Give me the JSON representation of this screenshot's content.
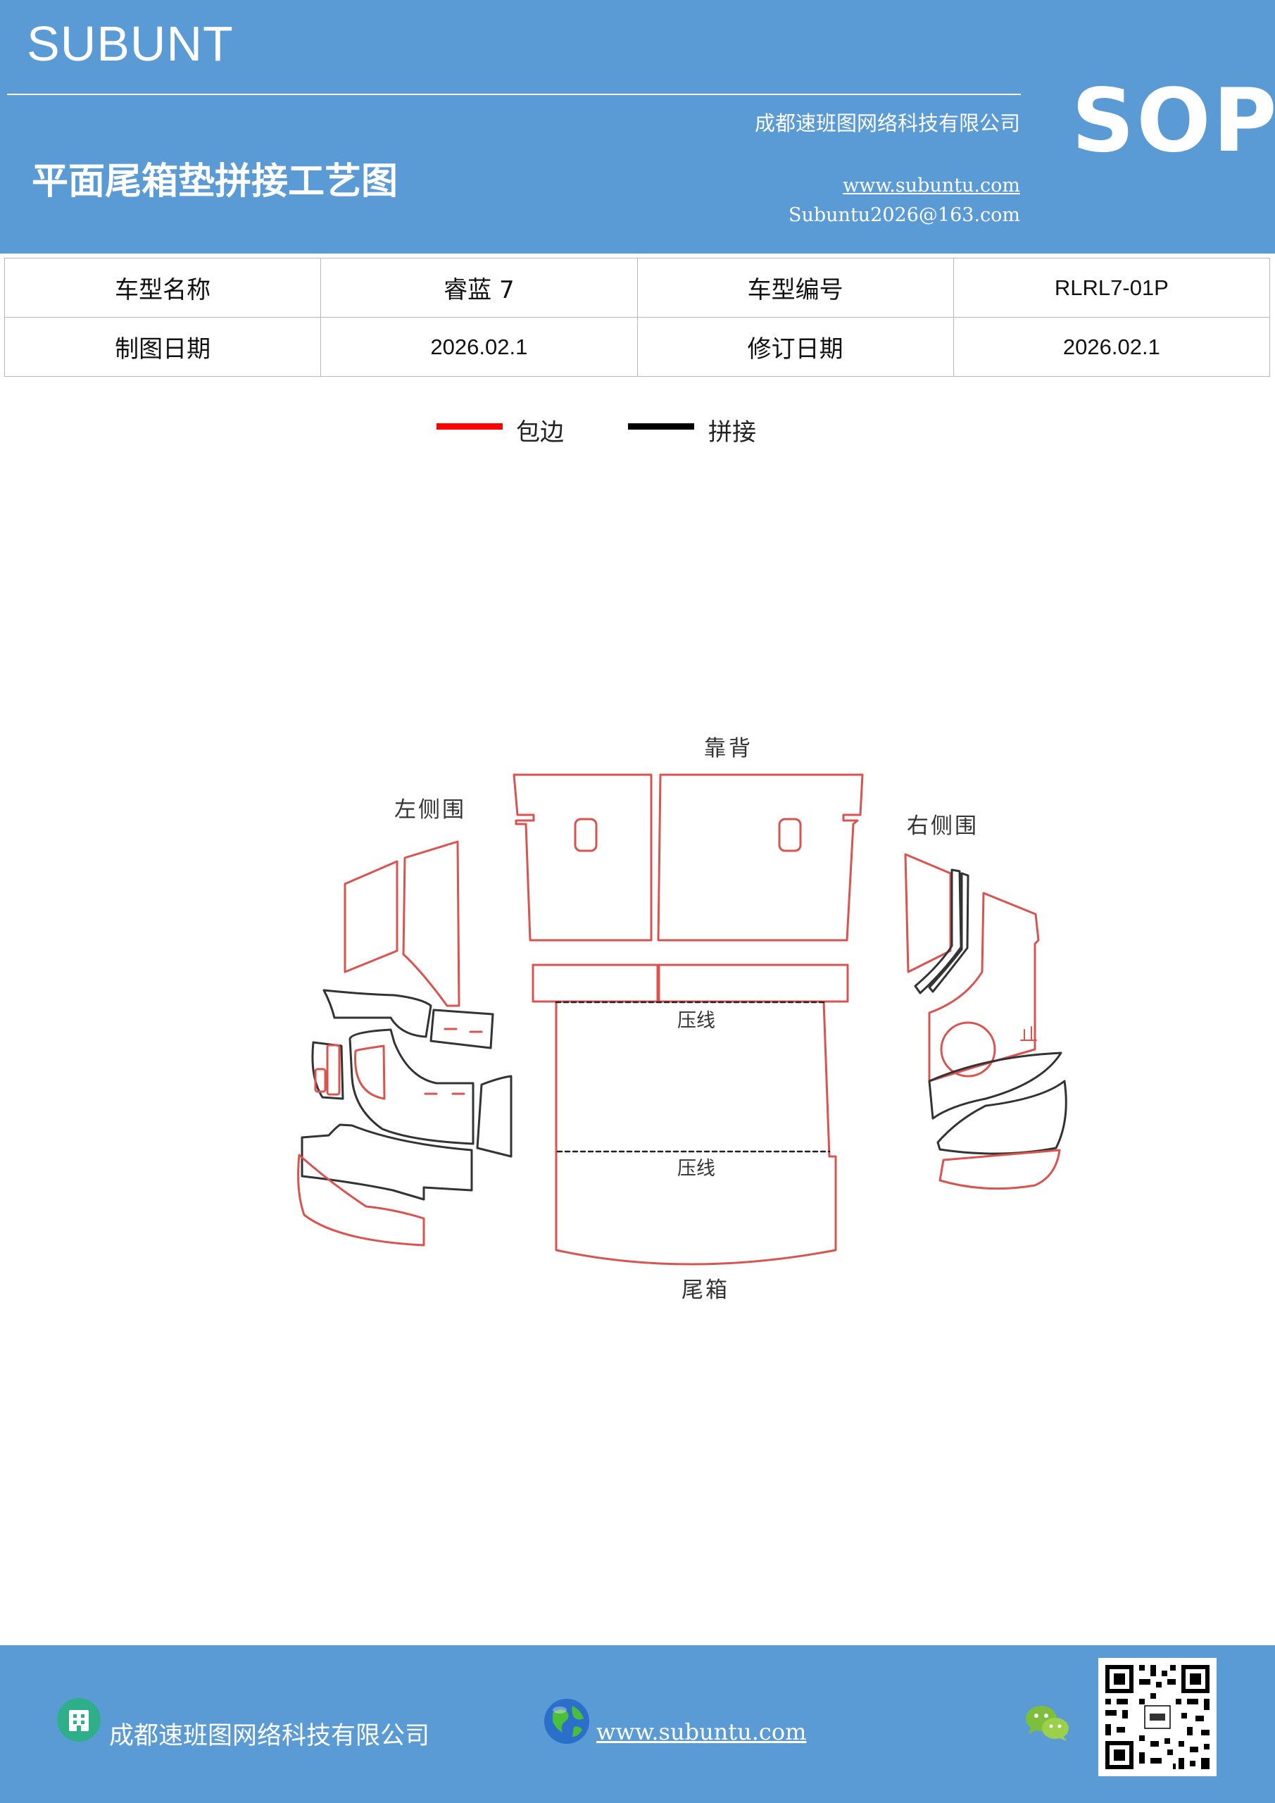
{
  "header": {
    "brand": "SUBUNT",
    "company": "成都速班图网络科技有限公司",
    "title": "平面尾箱垫拼接工艺图",
    "website": "www.subuntu.com",
    "email": "Subuntu2026@163.com",
    "badge": "SOP"
  },
  "info": {
    "model_name_label": "车型名称",
    "model_name": "睿蓝 7",
    "model_code_label": "车型编号",
    "model_code": "RLRL7-01P",
    "draw_date_label": "制图日期",
    "draw_date": "2026.02.1",
    "revise_date_label": "修订日期",
    "revise_date": "2026.02.1"
  },
  "legend": {
    "edge_label": "包边",
    "edge_color": "#ff0000",
    "seam_label": "拼接",
    "seam_color": "#000000"
  },
  "diagram": {
    "backrest": "靠背",
    "left_side": "左侧围",
    "right_side": "右侧围",
    "crease_1": "压线",
    "crease_2": "压线",
    "trunk": "尾箱",
    "small_mark": "止"
  },
  "footer": {
    "company": "成都速班图网络科技有限公司",
    "website": "www.subuntu.com"
  },
  "colors": {
    "primary": "#5b9bd5",
    "edge_outline": "#d9534f",
    "seam_outline": "#333333"
  }
}
